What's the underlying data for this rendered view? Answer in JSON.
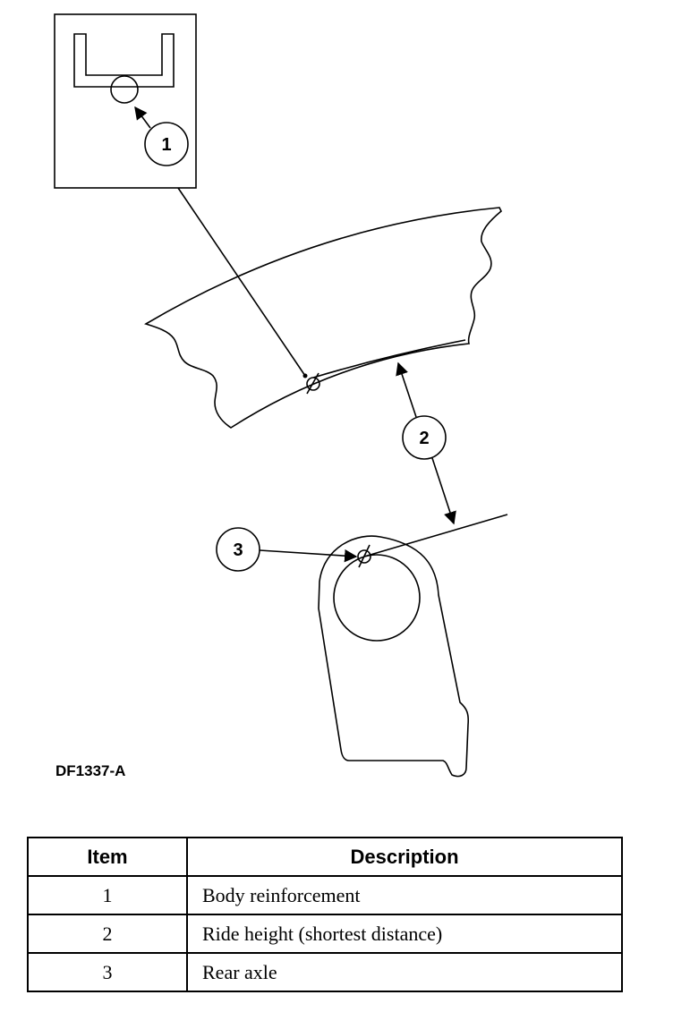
{
  "figure": {
    "id": "DF1337-A",
    "callouts": [
      "1",
      "2",
      "3"
    ]
  },
  "legend": {
    "headers": {
      "item": "Item",
      "description": "Description"
    },
    "rows": [
      {
        "item": "1",
        "description": "Body reinforcement"
      },
      {
        "item": "2",
        "description": "Ride height (shortest distance)"
      },
      {
        "item": "3",
        "description": "Rear axle"
      }
    ]
  }
}
